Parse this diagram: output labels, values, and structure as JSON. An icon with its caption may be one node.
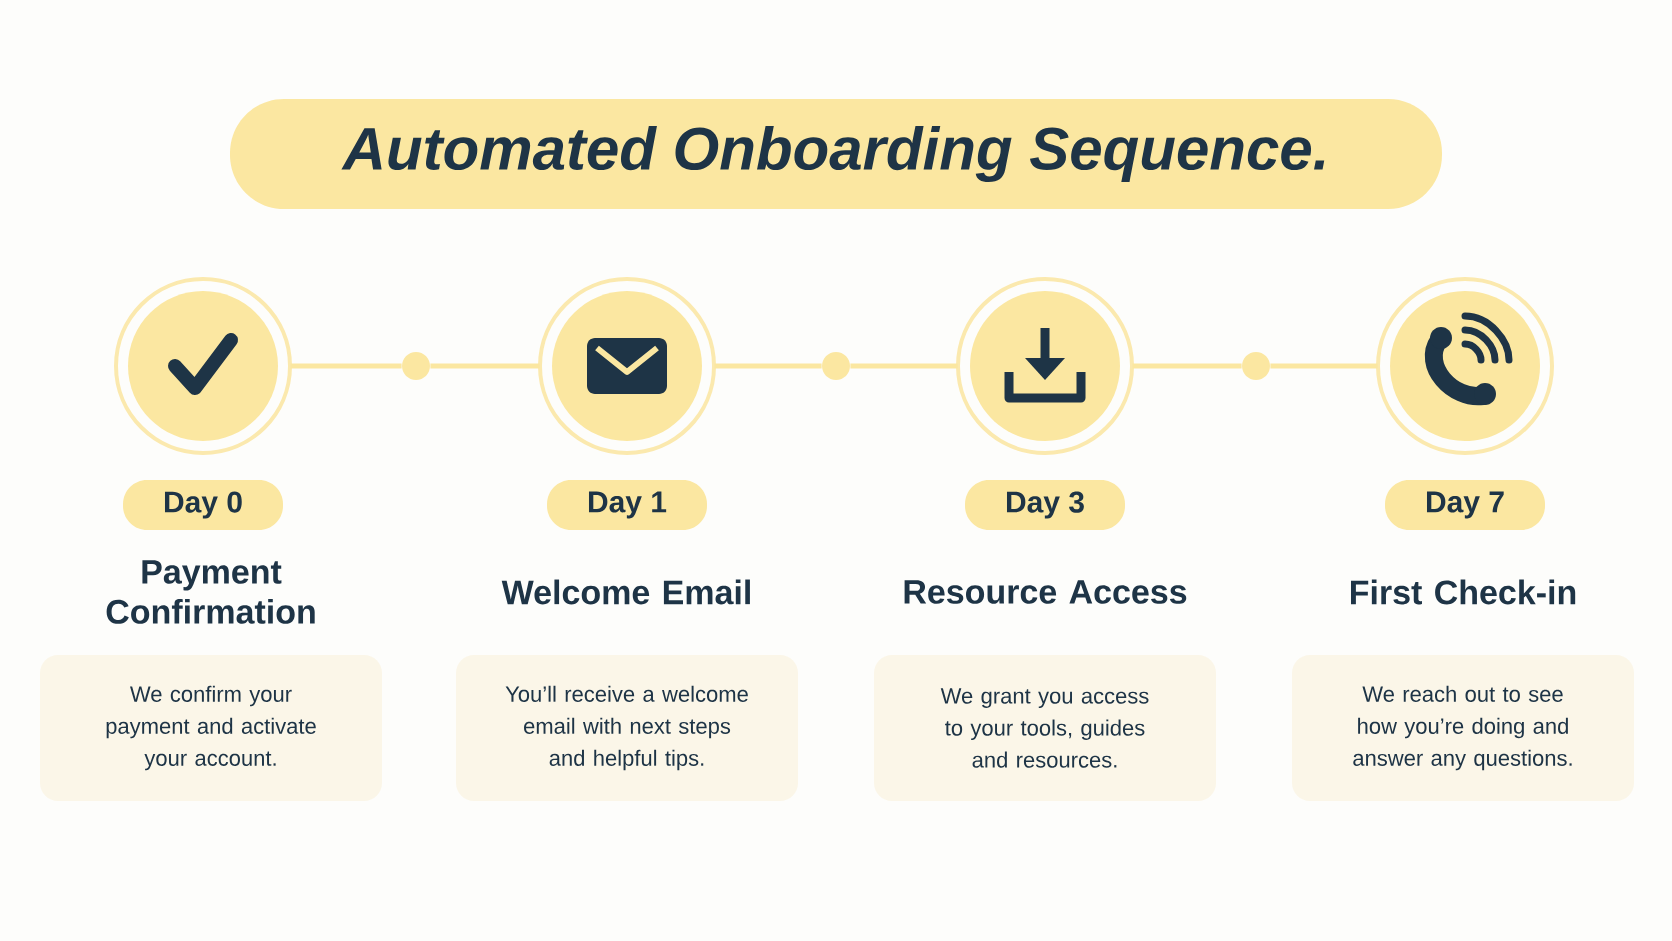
{
  "diagram": {
    "title": "Automated Onboarding Sequence.",
    "nodes": [
      {
        "text": [],
        "shape": "circle"
      },
      {
        "text": [],
        "shape": "circle"
      },
      {
        "text": [],
        "shape": "circle"
      },
      {
        "text": [],
        "shape": "circle"
      },
      {
        "text": [],
        "shape": "circle"
      },
      {
        "text": [],
        "shape": "circle"
      },
      {
        "text": [],
        "shape": "circle"
      },
      {
        "text": [
          "Day 0"
        ]
      },
      {
        "text": [
          "Day 1"
        ]
      },
      {
        "text": [
          "Day 3"
        ]
      },
      {
        "text": [
          "Day 7"
        ]
      },
      {
        "text": [
          "Payment Confirmation",
          "We confirm your payment and activate your account."
        ]
      },
      {
        "text": [
          "Welcome Email",
          "You’ll receive a welcome email with next steps and helpful tips."
        ]
      },
      {
        "text": [
          "Resource Access",
          "We grant you access to your tools, guides and resources."
        ]
      },
      {
        "text": [
          "First Check-in",
          "We reach out to see how you’re doing and answer any questions."
        ]
      }
    ],
    "edges": [
      {
        "from": 0,
        "to": 1,
        "arrow": "none"
      },
      {
        "from": 1,
        "to": 2,
        "arrow": "none"
      },
      {
        "from": 2,
        "to": 3,
        "arrow": "none"
      },
      {
        "from": 3,
        "to": 4,
        "arrow": "none"
      },
      {
        "from": 4,
        "to": 5,
        "arrow": "none"
      },
      {
        "from": 5,
        "to": 6,
        "arrow": "none"
      }
    ]
  }
}
